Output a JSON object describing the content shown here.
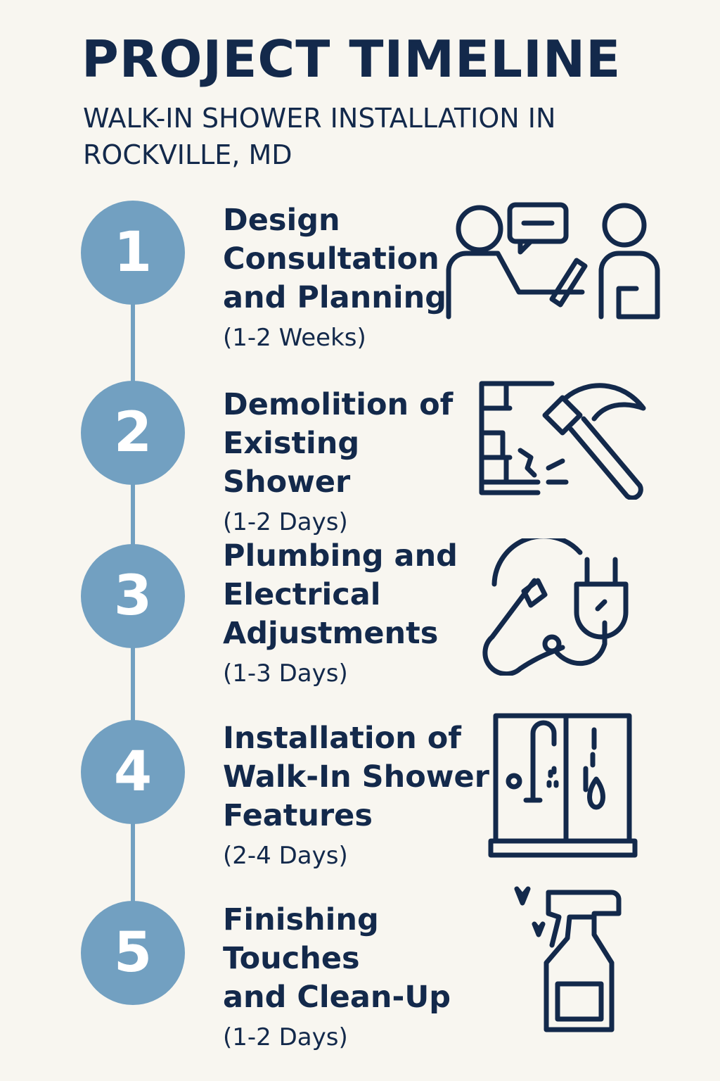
{
  "header": {
    "title": "PROJECT TIMELINE",
    "subtitle": "WALK-IN SHOWER INSTALLATION IN ROCKVILLE, MD"
  },
  "colors": {
    "background": "#f8f6f0",
    "accent": "#72a0c1",
    "text": "#13294b"
  },
  "steps": [
    {
      "number": "1",
      "name": "Design\nConsultation\nand Planning",
      "duration": "(1-2 Weeks)",
      "icon": "consultation-icon"
    },
    {
      "number": "2",
      "name": "Demolition of\nExisting Shower",
      "duration": "(1-2 Days)",
      "icon": "hammer-wall-icon"
    },
    {
      "number": "3",
      "name": "Plumbing and\nElectrical\nAdjustments",
      "duration": "(1-3 Days)",
      "icon": "plug-pipe-icon"
    },
    {
      "number": "4",
      "name": "Installation of\nWalk-In Shower\nFeatures",
      "duration": "(2-4 Days)",
      "icon": "shower-icon"
    },
    {
      "number": "5",
      "name": "Finishing Touches\nand Clean-Up",
      "duration": "(1-2 Days)",
      "icon": "spray-bottle-icon"
    }
  ]
}
